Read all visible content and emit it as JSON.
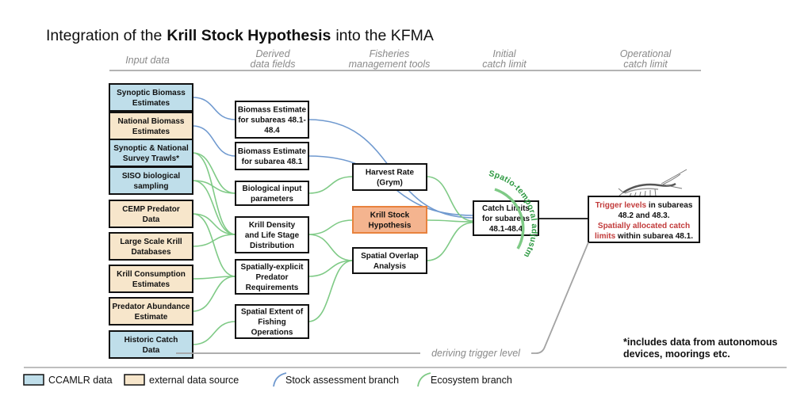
{
  "title": {
    "prefix": "Integration of the",
    "bold": "Krill Stock Hypothesis",
    "suffix": "into the KFMA"
  },
  "columns": {
    "input": [
      "Input data"
    ],
    "derived": [
      "Derived",
      "data fields"
    ],
    "tools": [
      "Fisheries",
      "management tools"
    ],
    "initial": [
      "Initial",
      "catch limit"
    ],
    "operational": [
      "Operational",
      "catch limit"
    ]
  },
  "inputs": [
    {
      "lines": [
        "Synoptic Biomass",
        "Estimates"
      ],
      "source": "ccamlr"
    },
    {
      "lines": [
        "National Biomass",
        "Estimates"
      ],
      "source": "external"
    },
    {
      "lines": [
        "Synoptic & National",
        "Survey Trawls*"
      ],
      "source": "ccamlr"
    },
    {
      "lines": [
        "SISO biological",
        "sampling"
      ],
      "source": "ccamlr"
    },
    {
      "lines": [
        "CEMP Predator",
        "Data"
      ],
      "source": "external"
    },
    {
      "lines": [
        "Large Scale Krill",
        "Databases"
      ],
      "source": "external"
    },
    {
      "lines": [
        "Krill Consumption",
        "Estimates"
      ],
      "source": "external"
    },
    {
      "lines": [
        "Predator Abundance",
        "Estimate"
      ],
      "source": "external"
    },
    {
      "lines": [
        "Historic Catch",
        "Data"
      ],
      "source": "ccamlr"
    }
  ],
  "derived": [
    {
      "lines": [
        "Biomass Estimate",
        "for subareas 48.1-",
        "48.4"
      ]
    },
    {
      "lines": [
        "Biomass Estimate",
        "for subarea 48.1"
      ]
    },
    {
      "lines": [
        "Biological input",
        "parameters"
      ]
    },
    {
      "lines": [
        "Krill Density",
        "and Life Stage",
        "Distribution"
      ]
    },
    {
      "lines": [
        "Spatially-explicit",
        "Predator",
        "Requirements"
      ]
    },
    {
      "lines": [
        "Spatial Extent of",
        "Fishing",
        "Operations"
      ]
    }
  ],
  "tools": [
    {
      "lines": [
        "Harvest Rate",
        "(Grym)"
      ],
      "highlight": false
    },
    {
      "lines": [
        "Krill Stock",
        "Hypothesis"
      ],
      "highlight": true
    },
    {
      "lines": [
        "Spatial Overlap",
        "Analysis"
      ],
      "highlight": false
    }
  ],
  "catch_limits": {
    "lines": [
      "Catch Limits",
      "for subareas",
      "48.1-48.4"
    ]
  },
  "operational_box": {
    "line1_red": "Trigger levels",
    "line1_rest": " in subareas",
    "line2": "48.2 and 48.3.",
    "line3_red": "Spatially allocated catch",
    "line4_red": "limits",
    "line4_rest": " within subarea 48.1."
  },
  "spatio_label": "Spatio-temporal adjustment",
  "trigger_label": "deriving trigger level",
  "footnote": [
    "*includes data from autonomous",
    "devices, moorings etc."
  ],
  "legend": {
    "ccamlr": "CCAMLR data",
    "external": "external data source",
    "stock": "Stock assessment branch",
    "ecosystem": "Ecosystem branch"
  },
  "colors": {
    "ccamlr": "#bfdeea",
    "external": "#f7e6cb",
    "ksh_fill": "#f4b48f",
    "ksh_border": "#e8823e",
    "stock_branch": "#6f99cf",
    "ecosystem_branch": "#7fca86",
    "spatio_text": "#2f9a43",
    "trigger_line": "#a3a3a3",
    "highlight_red": "#c23b3b",
    "header_text": "#8a8a8a"
  }
}
